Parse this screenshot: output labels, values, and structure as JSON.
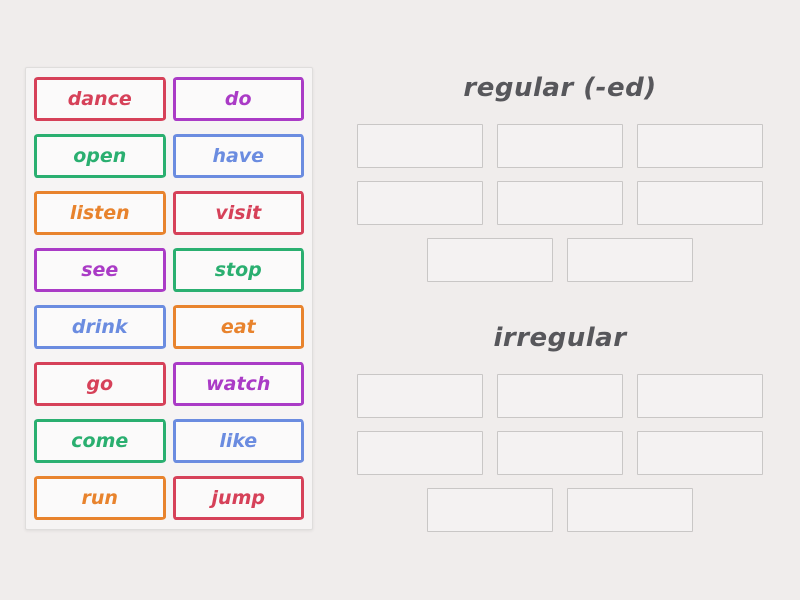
{
  "activity": {
    "kind": "group-sort"
  },
  "word_bank": {
    "items": [
      {
        "label": "dance",
        "color": "#d64159"
      },
      {
        "label": "do",
        "color": "#aa3bc6"
      },
      {
        "label": "open",
        "color": "#2aaf70"
      },
      {
        "label": "have",
        "color": "#6b8ce0"
      },
      {
        "label": "listen",
        "color": "#e8832d"
      },
      {
        "label": "visit",
        "color": "#d64159"
      },
      {
        "label": "see",
        "color": "#aa3bc6"
      },
      {
        "label": "stop",
        "color": "#2aaf70"
      },
      {
        "label": "drink",
        "color": "#6b8ce0"
      },
      {
        "label": "eat",
        "color": "#e8832d"
      },
      {
        "label": "go",
        "color": "#d64159"
      },
      {
        "label": "watch",
        "color": "#aa3bc6"
      },
      {
        "label": "come",
        "color": "#2aaf70"
      },
      {
        "label": "like",
        "color": "#6b8ce0"
      },
      {
        "label": "run",
        "color": "#e8832d"
      },
      {
        "label": "jump",
        "color": "#d64159"
      }
    ]
  },
  "groups": [
    {
      "title": "regular (-ed)",
      "slot_count": 8
    },
    {
      "title": "irregular",
      "slot_count": 8
    }
  ],
  "colors": {
    "page_background": "#f0edec",
    "panel_background": "#f6f4f4",
    "panel_border": "#dfdddc",
    "card_background": "#fbfafa",
    "slot_background": "#f4f2f2",
    "slot_border": "#c9c7c6",
    "heading_text": "#57575b"
  }
}
